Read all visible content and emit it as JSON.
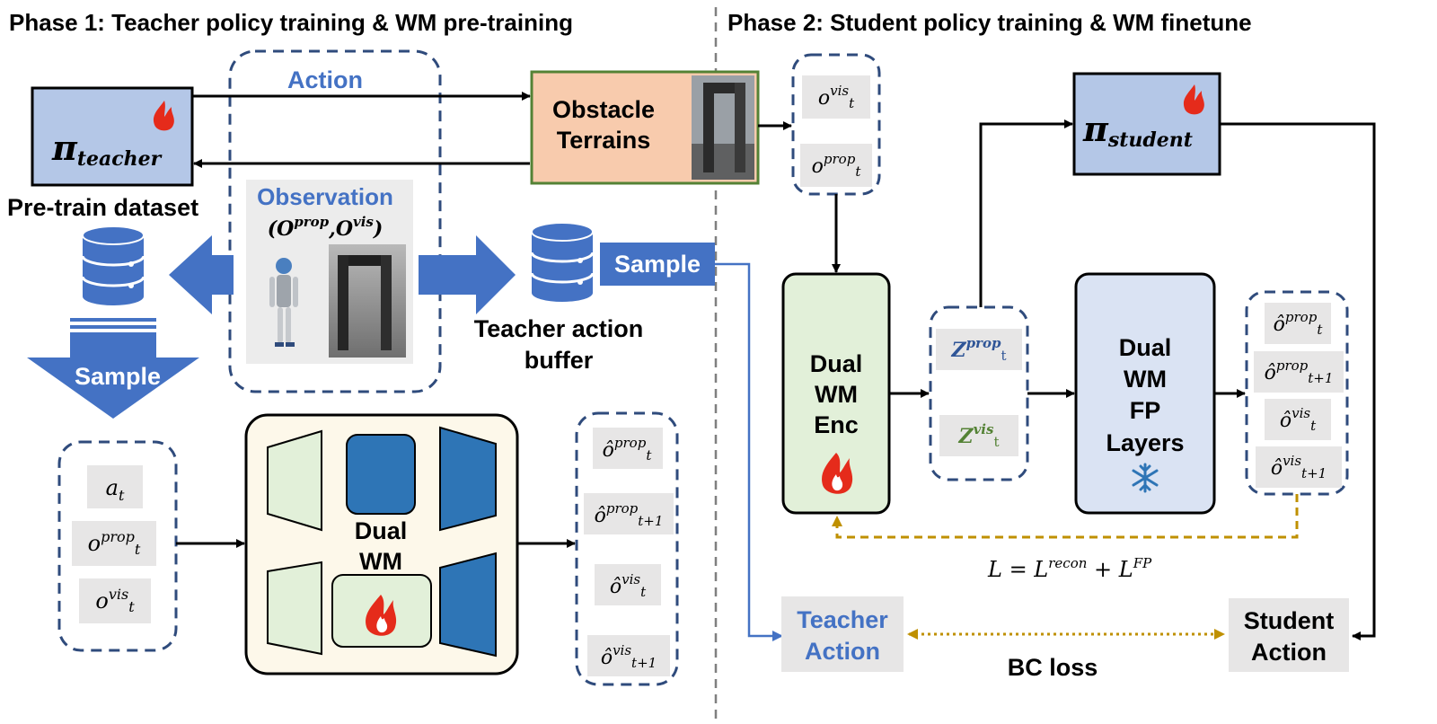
{
  "phase1": {
    "title": "Phase 1: Teacher policy training & WM pre-training",
    "teacher_policy": {
      "symbol": "π",
      "subscript": "teacher"
    },
    "action_label": "Action",
    "obstacle_terrains": {
      "line1": "Obstacle",
      "line2": "Terrains"
    },
    "observation": {
      "label": "Observation",
      "tuple": "(O",
      "sup_prop": "prop",
      "comma": ",O",
      "sup_vis": "vis",
      "close": ")"
    },
    "pretrain_dataset": "Pre-train dataset",
    "sample_down_label": "Sample",
    "sample_right_label": "Sample",
    "teacher_buffer": {
      "line1": "Teacher action",
      "line2": "buffer"
    },
    "inputs": [
      {
        "base": "a",
        "sup": "",
        "sub": "t"
      },
      {
        "base": "o",
        "sup": "prop",
        "sub": "t"
      },
      {
        "base": "o",
        "sup": "vis",
        "sub": "t"
      }
    ],
    "dual_wm": {
      "line1": "Dual",
      "line2": "WM"
    },
    "outputs": [
      {
        "base": "ô",
        "sup": "prop",
        "sub": "t"
      },
      {
        "base": "ô",
        "sup": "prop",
        "sub": "t+1"
      },
      {
        "base": "ô",
        "sup": "vis",
        "sub": "t"
      },
      {
        "base": "ô",
        "sup": "vis",
        "sub": "t+1"
      }
    ]
  },
  "phase2": {
    "title": "Phase 2: Student policy training & WM finetune",
    "obs_inputs": [
      {
        "base": "o",
        "sup": "vis",
        "sub": "t"
      },
      {
        "base": "o",
        "sup": "prop",
        "sub": "t"
      }
    ],
    "student_policy": {
      "symbol": "π",
      "subscript": "student"
    },
    "encoder": {
      "line1": "Dual",
      "line2": "WM",
      "line3": "Enc"
    },
    "latents": [
      {
        "base": "Z",
        "sup": "prop",
        "sub": "t"
      },
      {
        "base": "Z",
        "sup": "vis",
        "sub": "t"
      }
    ],
    "fp_layers": {
      "line1": "Dual",
      "line2": "WM",
      "line3": "FP",
      "line4": "Layers"
    },
    "outputs": [
      {
        "base": "ô",
        "sup": "prop",
        "sub": "t"
      },
      {
        "base": "ô",
        "sup": "prop",
        "sub": "t+1"
      },
      {
        "base": "ô",
        "sup": "vis",
        "sub": "t"
      },
      {
        "base": "ô",
        "sup": "vis",
        "sub": "t+1"
      }
    ],
    "loss": {
      "L": "L = L",
      "sup1": "recon",
      "plus": " + L",
      "sup2": "FP"
    },
    "teacher_action": {
      "line1": "Teacher",
      "line2": "Action"
    },
    "student_action": {
      "line1": "Student",
      "line2": "Action"
    },
    "bc_loss": "BC loss"
  },
  "colors": {
    "policy_fill": "#b4c7e7",
    "dash_border": "#2f4b7c",
    "blue_accent": "#4472c4",
    "obstacle_fill": "#f8cbad",
    "obstacle_border": "#548235",
    "encoder_fill": "#e2f0d9",
    "fp_fill": "#dae3f3",
    "wm_panel": "#fdf8ea",
    "gold_dotted": "#bf9000",
    "gray_box": "#e7e6e6",
    "latent_prop": "#2f5597",
    "latent_vis": "#548235"
  },
  "icons": [
    "fire-icon",
    "snowflake-icon",
    "database-icon",
    "robot-image",
    "gate-image"
  ]
}
